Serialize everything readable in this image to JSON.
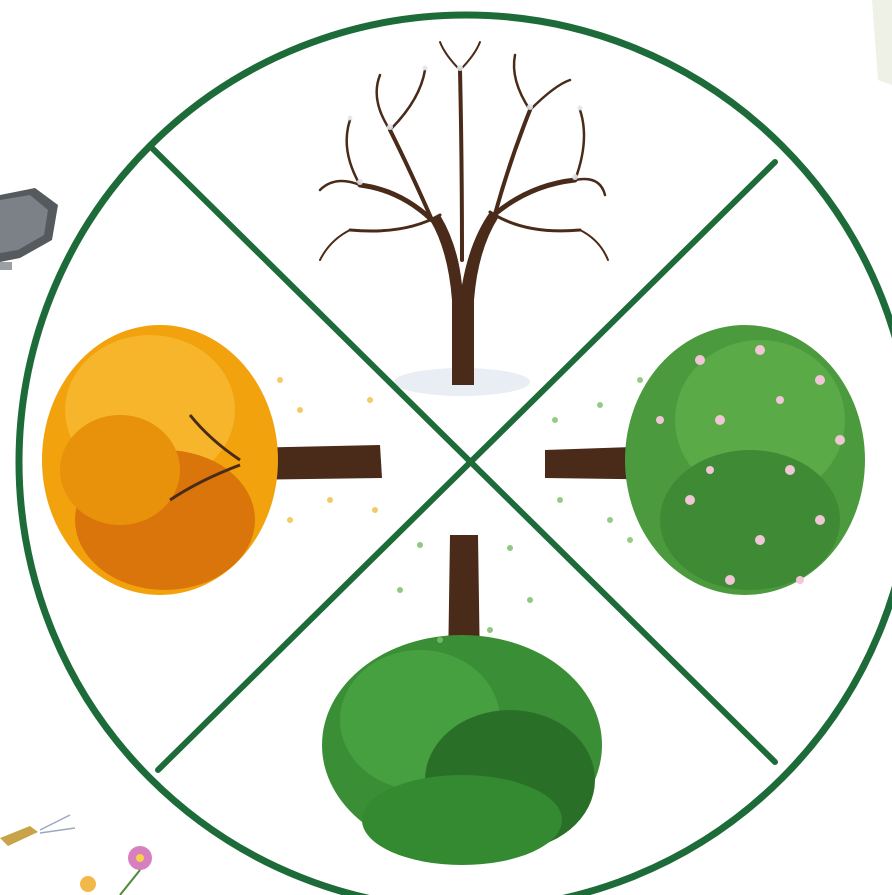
{
  "scene": {
    "quadrants": [
      {
        "season": "winter",
        "icon": "bare-tree-icon"
      },
      {
        "season": "spring",
        "icon": "blossom-tree-icon"
      },
      {
        "season": "summer",
        "icon": "green-tree-icon"
      },
      {
        "season": "autumn",
        "icon": "yellow-tree-icon"
      }
    ],
    "colors": {
      "ring": "#1e6b3a",
      "trunk": "#4a2a18",
      "autumn_leaves": "#f2a20c",
      "autumn_dark": "#d9750a",
      "spring_leaves": "#4c9a3e",
      "spring_blossom": "#f1c6d6",
      "summer_leaves": "#3a8f36",
      "summer_dark": "#2a6f28",
      "snow": "#e8eef4"
    }
  }
}
